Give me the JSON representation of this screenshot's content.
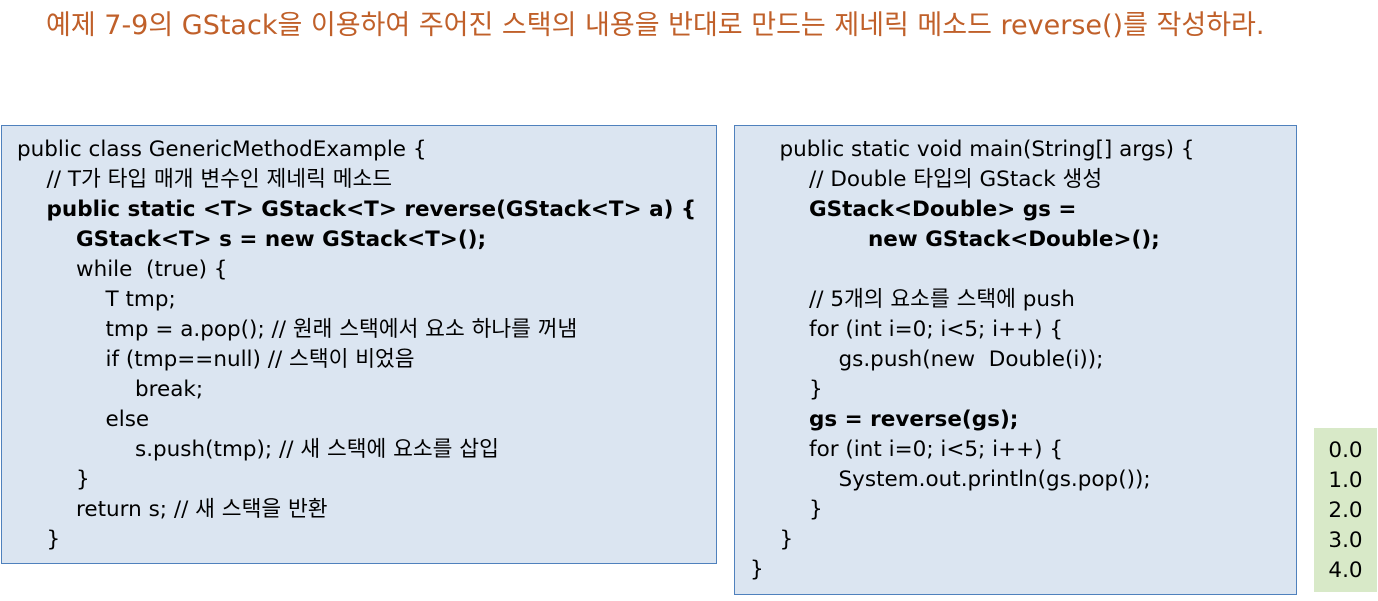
{
  "title": "예제 7-9의 GStack을 이용하여 주어진 스택의 내용을 반대로 만드는 제네릭 메소드 reverse()를 작성하라.",
  "left_code": [
    {
      "text": "public class GenericMethodExample {",
      "indent": 0,
      "bold": false
    },
    {
      "text": "// T가 타입 매개 변수인 제네릭 메소드",
      "indent": 1,
      "bold": false
    },
    {
      "text": "public static <T> GStack<T> reverse(GStack<T> a) {",
      "indent": 1,
      "bold": true
    },
    {
      "text": "GStack<T> s = new GStack<T>();",
      "indent": 2,
      "bold": true
    },
    {
      "text": "while  (true) {",
      "indent": 2,
      "bold": false
    },
    {
      "text": "T tmp;",
      "indent": 3,
      "bold": false
    },
    {
      "text": "tmp = a.pop(); // 원래 스택에서 요소 하나를 꺼냄",
      "indent": 3,
      "bold": false
    },
    {
      "text": "if (tmp==null) // 스택이 비었음",
      "indent": 3,
      "bold": false
    },
    {
      "text": "break;",
      "indent": 4,
      "bold": false
    },
    {
      "text": "else",
      "indent": 3,
      "bold": false
    },
    {
      "text": "s.push(tmp); // 새 스택에 요소를 삽입",
      "indent": 4,
      "bold": false
    },
    {
      "text": "}",
      "indent": 2,
      "bold": false
    },
    {
      "text": "return s; // 새 스택을 반환",
      "indent": 2,
      "bold": false
    },
    {
      "text": "}",
      "indent": 1,
      "bold": false
    }
  ],
  "right_code": [
    {
      "text": "public static void main(String[] args) {",
      "indent": 1,
      "bold": false
    },
    {
      "text": "// Double 타입의 GStack 생성",
      "indent": 2,
      "bold": false
    },
    {
      "text": "GStack<Double> gs =",
      "indent": 2,
      "bold": true
    },
    {
      "text": "new GStack<Double>();",
      "indent": 4,
      "bold": true
    },
    {
      "text": "",
      "indent": 0,
      "bold": false
    },
    {
      "text": "// 5개의 요소를 스택에 push",
      "indent": 2,
      "bold": false
    },
    {
      "text": "for (int i=0; i<5; i++) {",
      "indent": 2,
      "bold": false
    },
    {
      "text": "gs.push(new  Double(i));",
      "indent": 3,
      "bold": false
    },
    {
      "text": "}",
      "indent": 2,
      "bold": false
    },
    {
      "text": "gs = reverse(gs);",
      "indent": 2,
      "bold": true
    },
    {
      "text": "for (int i=0; i<5; i++) {",
      "indent": 2,
      "bold": false
    },
    {
      "text": "System.out.println(gs.pop());",
      "indent": 3,
      "bold": false
    },
    {
      "text": "}",
      "indent": 2,
      "bold": false
    },
    {
      "text": "}",
      "indent": 1,
      "bold": false
    },
    {
      "text": "}",
      "indent": 0,
      "bold": false
    }
  ],
  "output": [
    "0.0",
    "1.0",
    "2.0",
    "3.0",
    "4.0"
  ]
}
